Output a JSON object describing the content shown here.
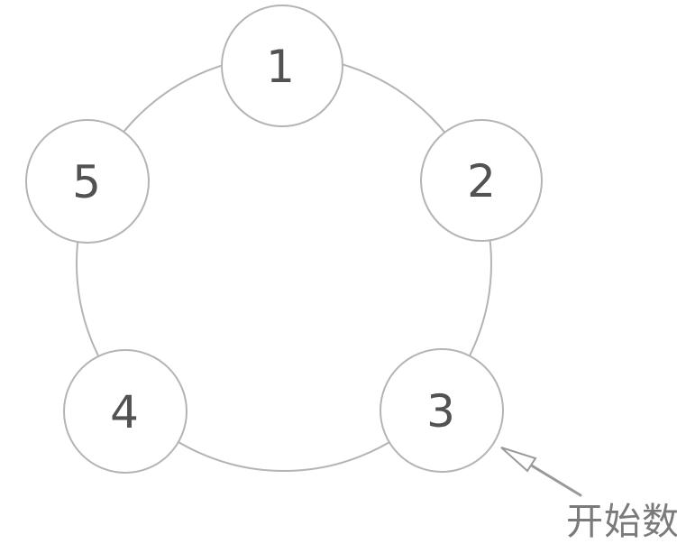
{
  "colors": {
    "background": "#ffffff",
    "circle-stroke": "#b4b4b4",
    "number-text": "#525252",
    "arrow": "#9a9a9a",
    "annotation-text": "#7a7a7a"
  },
  "diagram": {
    "type": "circular-counting-diagram",
    "nodes": [
      {
        "label": "1"
      },
      {
        "label": "2"
      },
      {
        "label": "3"
      },
      {
        "label": "4"
      },
      {
        "label": "5"
      }
    ],
    "annotation": {
      "label": "开始数",
      "points_to_node": "3"
    }
  }
}
